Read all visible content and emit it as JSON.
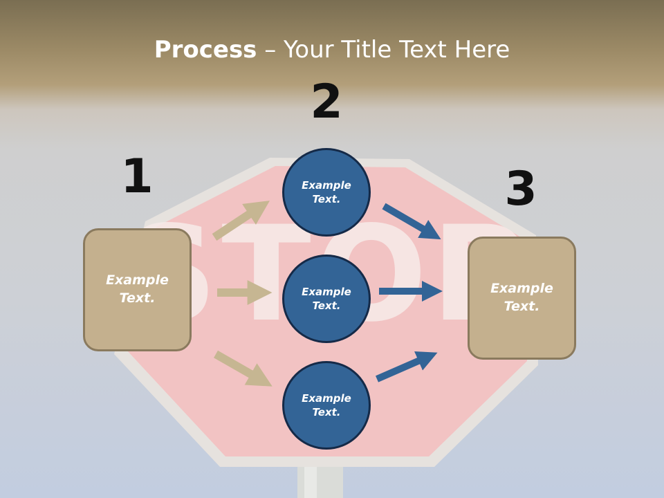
{
  "title": {
    "bold": "Process",
    "rest": " – Your Title Text Here"
  },
  "steps": [
    {
      "number": "1",
      "text": "Example Text."
    },
    {
      "number": "2",
      "text": "Example Text."
    },
    {
      "number": "3",
      "text": "Example Text."
    }
  ],
  "middle_nodes": [
    {
      "text": "Example Text."
    },
    {
      "text": "Example Text."
    },
    {
      "text": "Example Text."
    }
  ],
  "background_sign": {
    "text": "STOP"
  },
  "colors": {
    "tan_box": "#c4b08e",
    "tan_border": "#8a7a5e",
    "blue_circle": "#336496",
    "blue_border": "#152a48",
    "tan_arrow": "#c6b692",
    "blue_arrow": "#326496"
  },
  "icons": [
    "stop-sign-background"
  ]
}
